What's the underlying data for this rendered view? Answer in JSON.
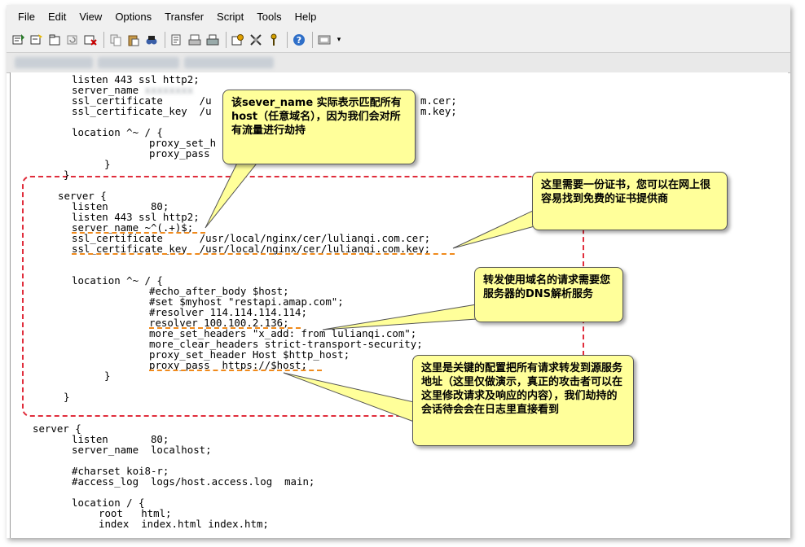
{
  "menu": {
    "file": "File",
    "edit": "Edit",
    "view": "View",
    "options": "Options",
    "transfer": "Transfer",
    "script": "Script",
    "tools": "Tools",
    "help": "Help"
  },
  "toolbar": {
    "icons": [
      "connect-icon",
      "quick-connect-icon",
      "connect-tab-icon",
      "reconnect-icon",
      "disconnect-icon",
      "copy-icon",
      "paste-icon",
      "find-icon",
      "print-setup-icon",
      "print-selected-icon",
      "print-icon",
      "session-options-icon",
      "global-options-icon",
      "keymap-icon",
      "help-icon",
      "screenshot-icon",
      "toolbar-more-icon"
    ],
    "more_label": "▾"
  },
  "code": {
    "l01": "listen 443 ssl http2;",
    "l02": "server_name",
    "l03": "ssl_certificate",
    "l03b": "m.cer;",
    "l04": "ssl_certificate_key",
    "l04b": "m.key;",
    "l05": "location ^~ / {",
    "l06": "proxy_set_h",
    "l07": "proxy_pass",
    "l08": "}",
    "l09": "}",
    "l10": "server {",
    "l11": "listen       80;",
    "l12": "listen 443 ssl http2;",
    "l13": "server_name ~^(.+)$;",
    "l14": "ssl_certificate      /usr/local/nginx/cer/lulianqi.com.cer;",
    "l15": "ssl_certificate_key  /usr/local/nginx/cer/lulianqi.com.key;",
    "l16": "location ^~ / {",
    "l17": "#echo_after_body $host;",
    "l18": "#set $myhost \"restapi.amap.com\";",
    "l19": "#resolver 114.114.114.114;",
    "l20": "resolver 100.100.2.136;",
    "l21": "more_set_headers \"x_add: from lulianqi.com\";",
    "l22": "more_clear_headers strict-transport-security;",
    "l23": "proxy_set_header Host $http_host;",
    "l24": "proxy_pass  https://$host;",
    "l25": "}",
    "l26": "}",
    "l27": "server {",
    "l28": "listen       80;",
    "l29": "server_name  localhost;",
    "l30": "#charset koi8-r;",
    "l31": "#access_log  logs/host.access.log  main;",
    "l32": "location / {",
    "l33": "root   html;",
    "l34": "index  index.html index.htm;"
  },
  "callouts": {
    "c1": "该sever_name 实际表示匹配所有host（任意域名），因为我们会对所有流量进行劫持",
    "c2": "这里需要一份证书，您可以在网上很容易找到免费的证书提供商",
    "c3": "转发使用域名的请求需要您服务器的DNS解析服务",
    "c4": "这里是关键的配置把所有请求转发到源服务地址（这里仅做演示，真正的攻击者可以在这里修改请求及响应的内容），我们劫持的会话待会会在日志里直接看到"
  },
  "colors": {
    "callout_bg": "#ffff9a",
    "region_border": "#e02d3c",
    "underline": "#f08a1c"
  }
}
